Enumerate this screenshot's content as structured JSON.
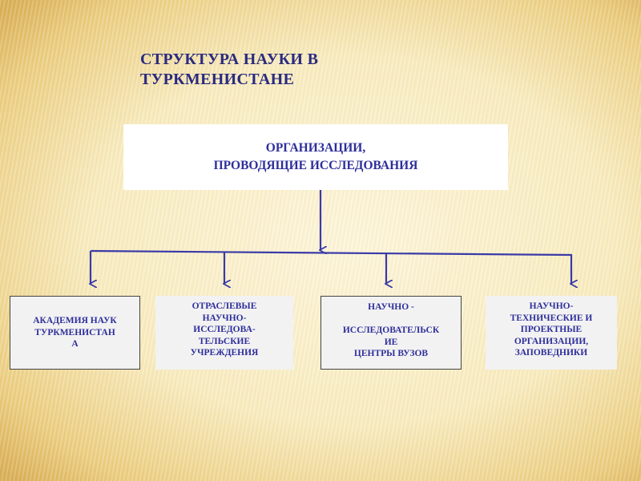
{
  "title": {
    "line1": "СТРУКТУРА НАУКИ В",
    "line2": "ТУРКМЕНИСТАНЕ"
  },
  "root": {
    "line1": "ОРГАНИЗАЦИИ,",
    "line2": "ПРОВОДЯЩИЕ ИССЛЕДОВАНИЯ"
  },
  "children": [
    {
      "lines": [
        "АКАДЕМИЯ НАУК",
        "ТУРКМЕНИСТАН",
        "А"
      ]
    },
    {
      "lines": [
        "ОТРАСЛЕВЫЕ",
        "НАУЧНО-",
        "ИССЛЕДОВА-",
        "ТЕЛЬСКИЕ",
        "УЧРЕЖДЕНИЯ"
      ]
    },
    {
      "lines": [
        "НАУЧНО -",
        "",
        "ИССЛЕДОВАТЕЛЬСК",
        "ИЕ",
        "ЦЕНТРЫ ВУЗОВ"
      ]
    },
    {
      "lines": [
        "НАУЧНО-",
        "ТЕХНИЧЕСКИЕ И",
        "ПРОЕКТНЫЕ",
        "ОРГАНИЗАЦИИ,",
        "ЗАПОВЕДНИКИ"
      ]
    }
  ],
  "colors": {
    "text": "#2e2e9c",
    "connector": "#3a3aa8"
  }
}
